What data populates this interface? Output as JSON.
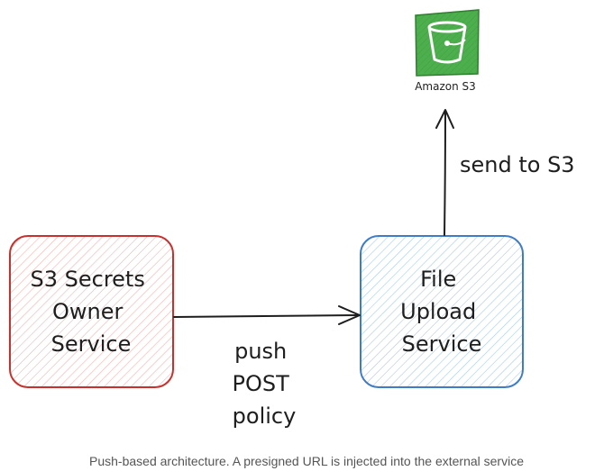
{
  "nodes": {
    "owner": {
      "lines": [
        "S3 Secrets",
        "Owner",
        "Service"
      ],
      "stroke": "#c9302c",
      "hatch": "#f1b3b1"
    },
    "upload": {
      "lines": [
        "File",
        "Upload",
        "Service"
      ],
      "stroke": "#3f7cc8",
      "hatch": "#a9cbe6"
    },
    "s3": {
      "label": "Amazon S3",
      "fill": "#4cae4c",
      "dark": "#2f7d2f"
    }
  },
  "edges": {
    "push": {
      "lines": [
        "push",
        "POST",
        "policy"
      ]
    },
    "send": {
      "label": "send to S3"
    }
  },
  "caption": "Push-based architecture. A presigned URL is injected into the external service"
}
